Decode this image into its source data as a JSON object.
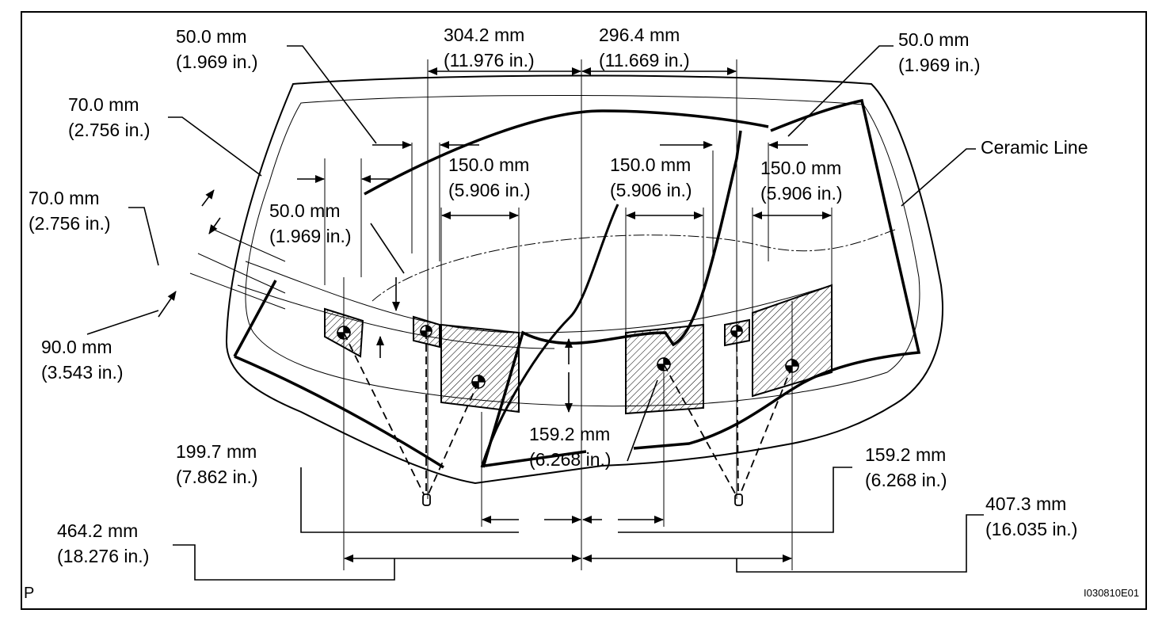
{
  "labels": {
    "top_left_50": {
      "mm": "50.0 mm",
      "in": "(1.969 in.)"
    },
    "top_304": {
      "mm": "304.2 mm",
      "in": "(11.976 in.)"
    },
    "top_296": {
      "mm": "296.4 mm",
      "in": "(11.669 in.)"
    },
    "top_right_50": {
      "mm": "50.0 mm",
      "in": "(1.969 in.)"
    },
    "left_70a": {
      "mm": "70.0 mm",
      "in": "(2.756 in.)"
    },
    "left_70b": {
      "mm": "70.0 mm",
      "in": "(2.756 in.)"
    },
    "mid_50": {
      "mm": "50.0 mm",
      "in": "(1.969 in.)"
    },
    "left_90": {
      "mm": "90.0 mm",
      "in": "(3.543 in.)"
    },
    "w150_left": {
      "mm": "150.0 mm",
      "in": "(5.906 in.)"
    },
    "w150_center": {
      "mm": "150.0 mm",
      "in": "(5.906 in.)"
    },
    "w150_right": {
      "mm": "150.0 mm",
      "in": "(5.906 in.)"
    },
    "center_159": {
      "mm": "159.2 mm",
      "in": "(6.268 in.)"
    },
    "right_159": {
      "mm": "159.2 mm",
      "in": "(6.268 in.)"
    },
    "left_199": {
      "mm": "199.7 mm",
      "in": "(7.862 in.)"
    },
    "left_464": {
      "mm": "464.2 mm",
      "in": "(18.276 in.)"
    },
    "right_407": {
      "mm": "407.3 mm",
      "in": "(16.035 in.)"
    },
    "ceramic": "Ceramic Line"
  },
  "corner_letter": "P",
  "figure_code": "I030810E01"
}
